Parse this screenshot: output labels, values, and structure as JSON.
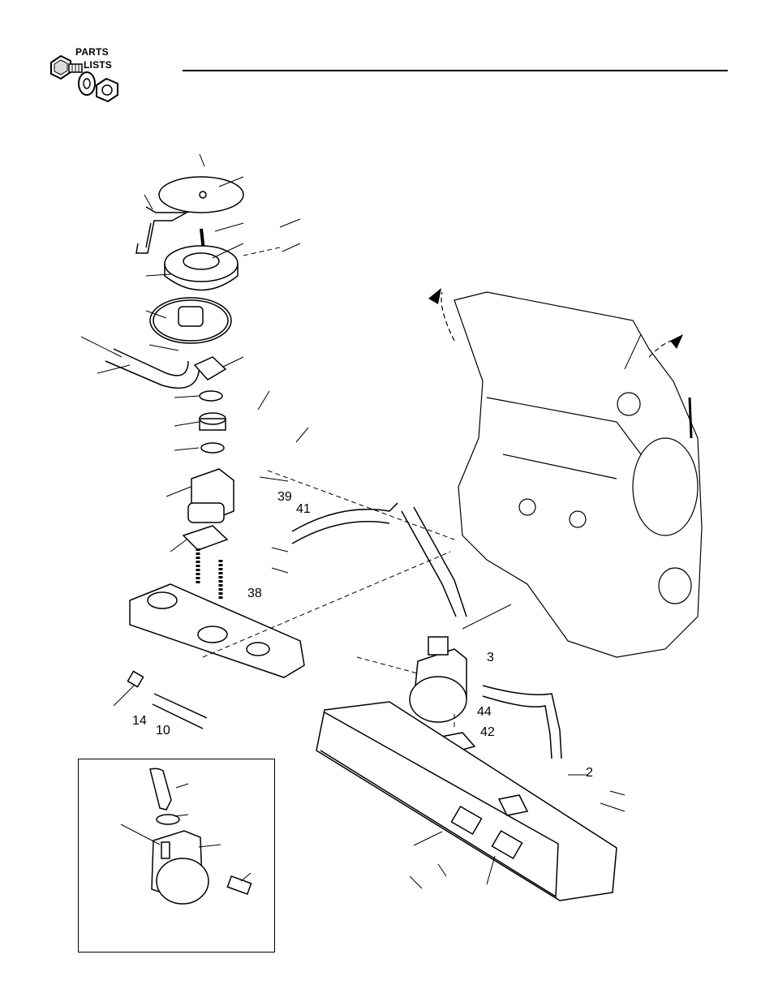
{
  "header": {
    "logo_line1": "PARTS",
    "logo_line2": "LISTS",
    "logo_icon": "bolt-washer-nut-icon"
  },
  "callouts": {
    "c39": "39",
    "c41": "41",
    "c3": "3",
    "c44": "44",
    "c42": "42",
    "c14": "14",
    "c10": "10",
    "c2": "2",
    "c38": "38"
  }
}
